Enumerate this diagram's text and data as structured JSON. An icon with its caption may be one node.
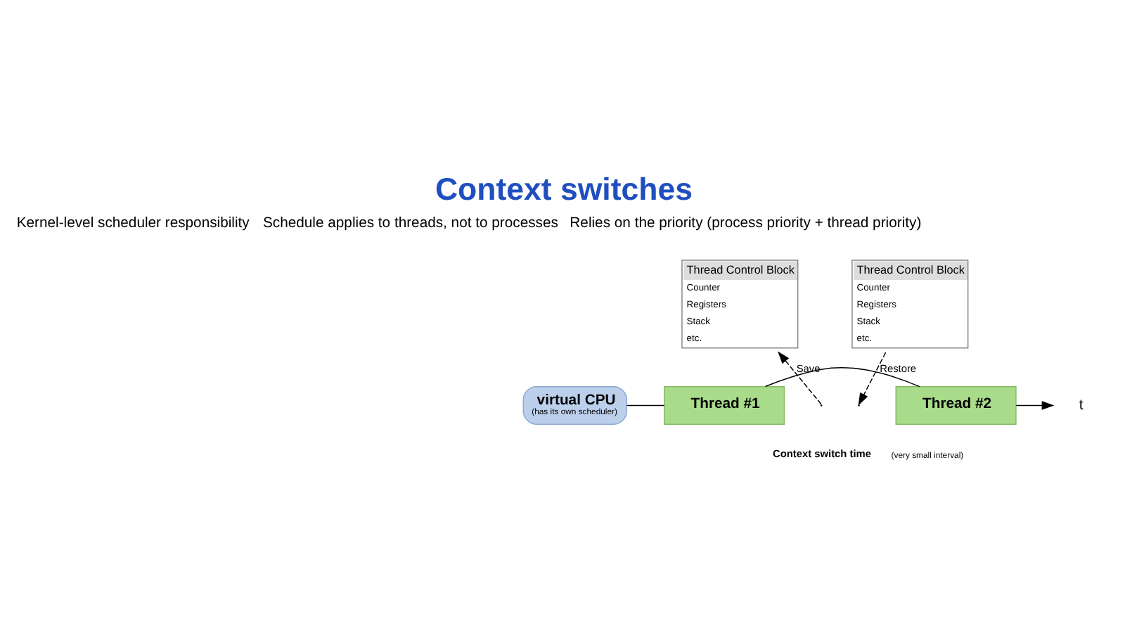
{
  "diagram": {
    "title": "Context switches",
    "nodes": [
      {
        "text": [
          "Thread Control Block",
          "Counter",
          "Registers",
          "Stack",
          "etc."
        ]
      },
      {
        "text": [
          "Thread Control Block",
          "Counter",
          "Registers",
          "Stack",
          "etc."
        ]
      },
      {
        "text": [
          "virtual CPU",
          "(has its own scheduler)"
        ]
      },
      {
        "text": [
          "Thread #1"
        ]
      },
      {
        "text": [
          "Thread #2"
        ]
      },
      {
        "text": [
          "t"
        ]
      }
    ],
    "edges": [
      {
        "from": 2,
        "to": 3,
        "arrow": "none"
      },
      {
        "from": 3,
        "to": 4,
        "arrow": "none"
      },
      {
        "from": 4,
        "to": 5,
        "arrow": "to"
      },
      {
        "from": null,
        "to": 0,
        "arrow": "to",
        "style": "dashed",
        "label": "Save"
      },
      {
        "from": 1,
        "to": null,
        "arrow": "to",
        "style": "dashed",
        "label": "Restore"
      }
    ],
    "labels": [
      "Kernel-level scheduler responsibility",
      "Schedule applies to threads, not to processes",
      "Relies on the priority (process priority + thread priority)",
      "Context switch time",
      "(very small interval)"
    ]
  }
}
